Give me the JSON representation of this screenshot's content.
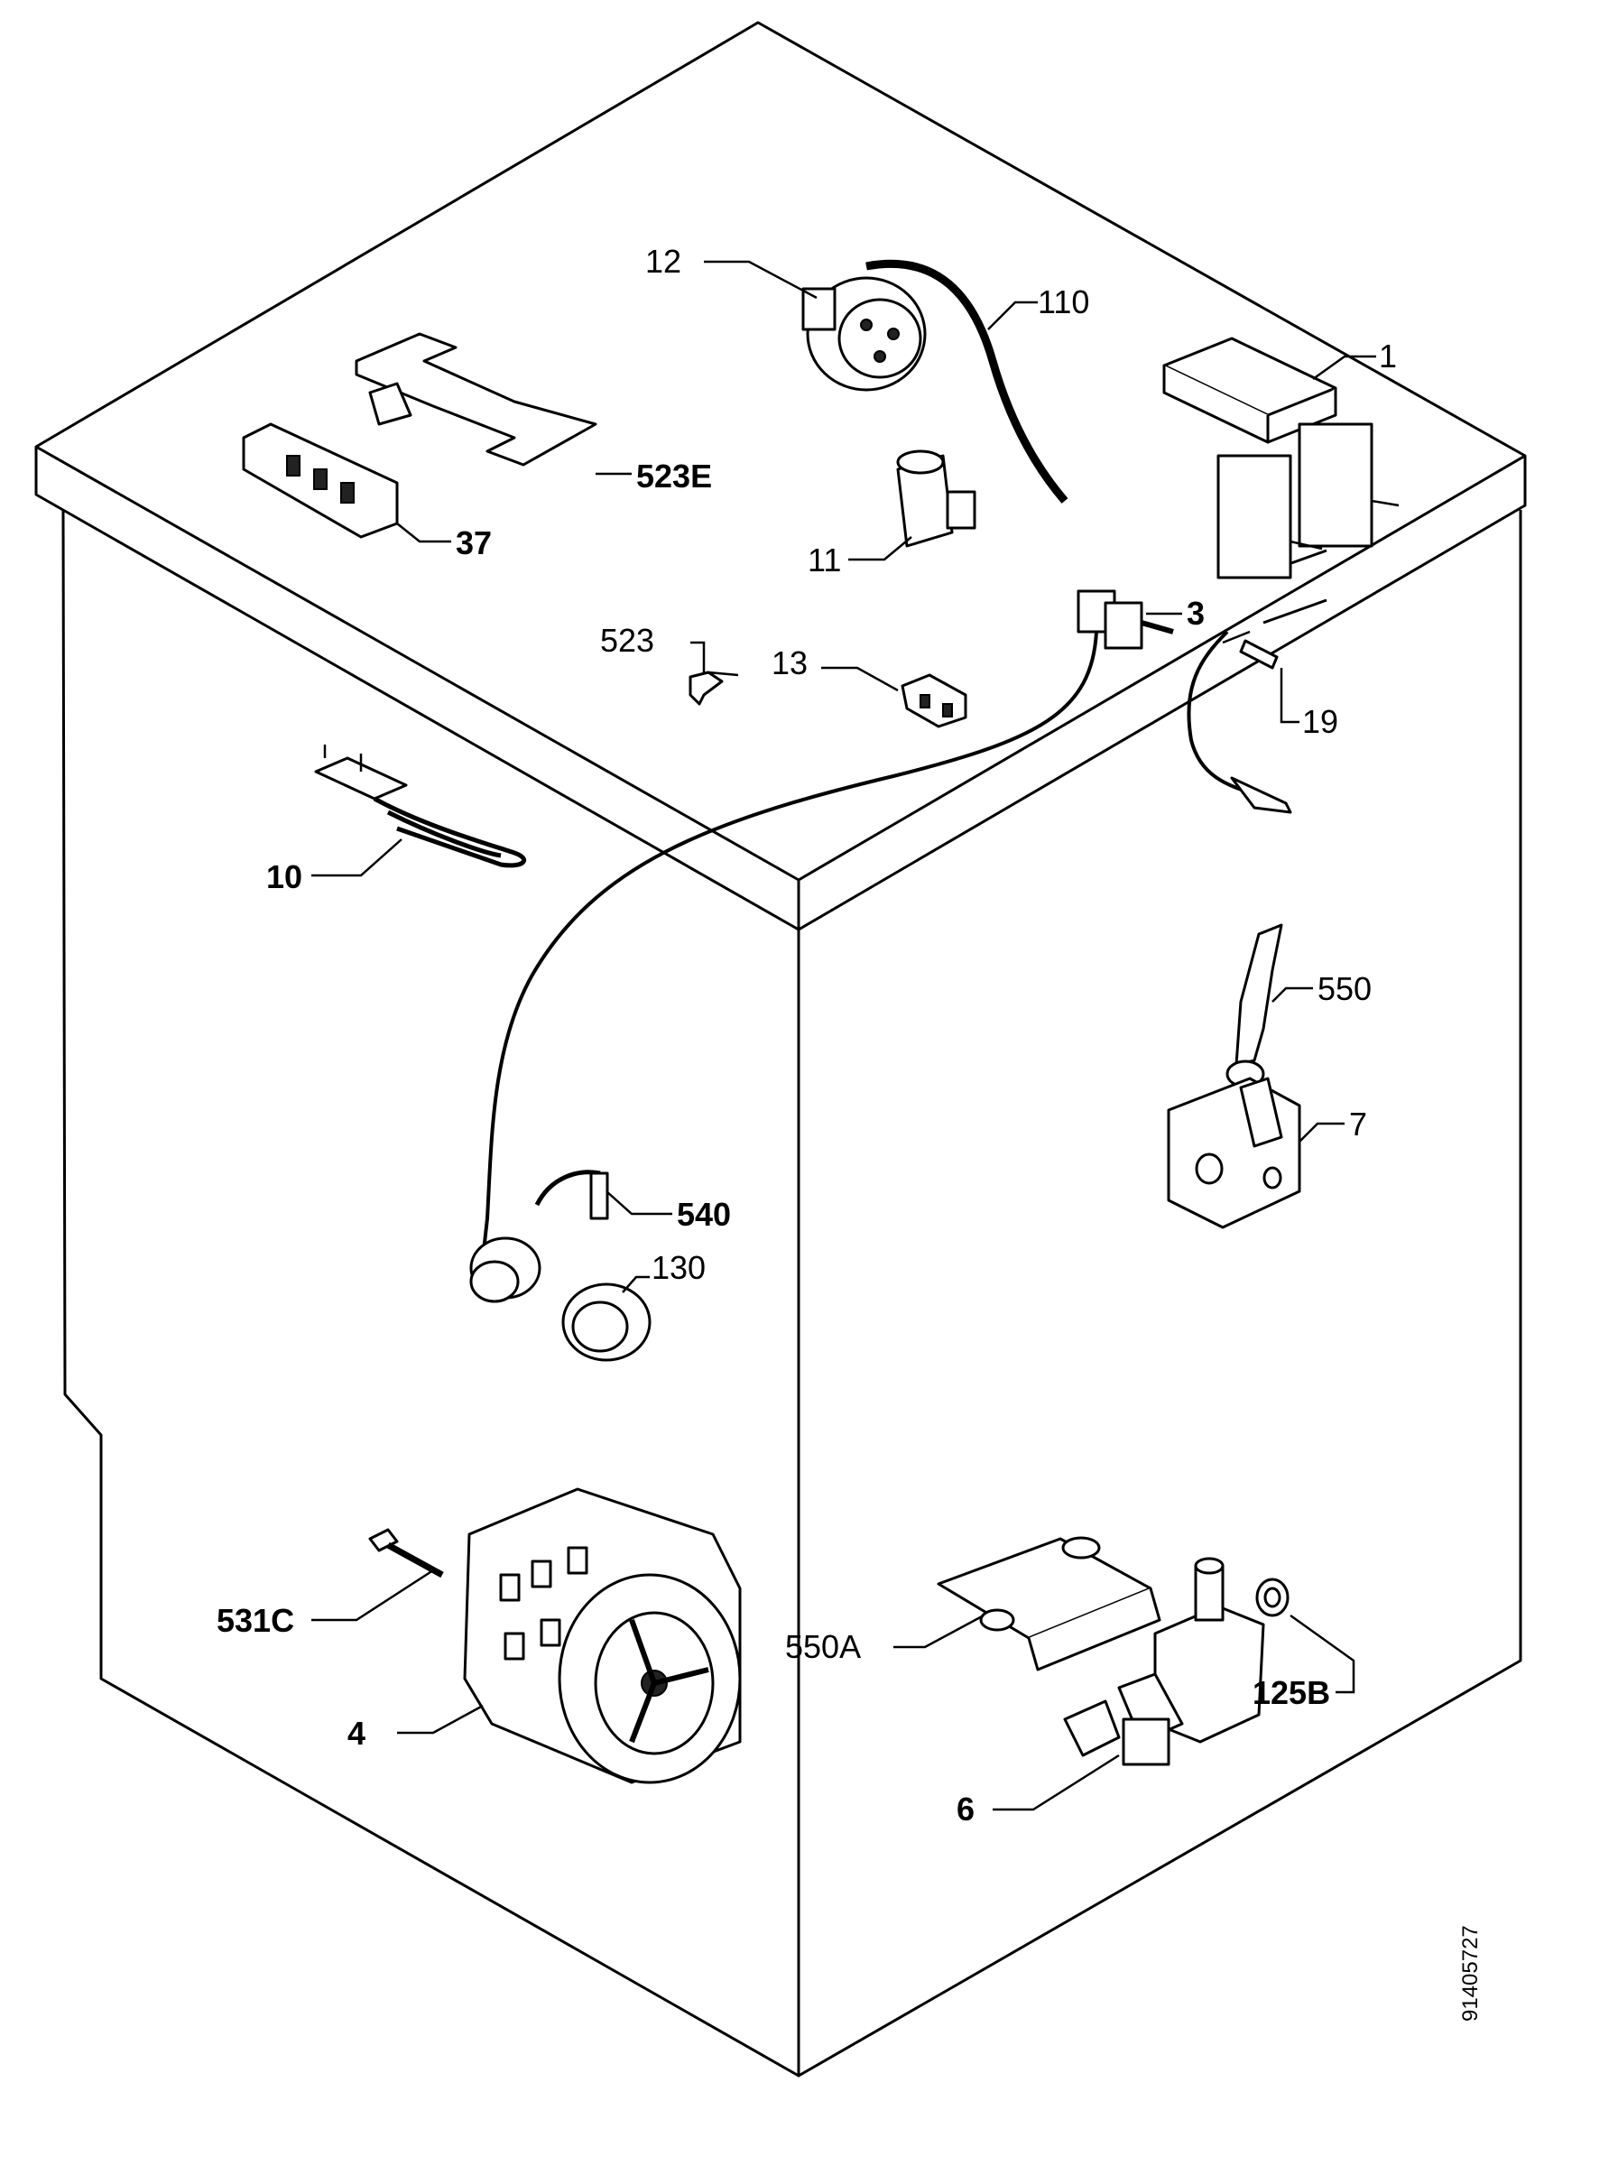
{
  "labels": {
    "p1": "1",
    "p3": "3",
    "p4": "4",
    "p6": "6",
    "p7": "7",
    "p10": "10",
    "p11": "11",
    "p12": "12",
    "p13": "13",
    "p19": "19",
    "p37": "37",
    "p110": "110",
    "p125b": "125B",
    "p130": "130",
    "p523": "523",
    "p523e": "523E",
    "p531c": "531C",
    "p540": "540",
    "p550": "550",
    "p550a": "550A"
  },
  "document_number": "91405727"
}
